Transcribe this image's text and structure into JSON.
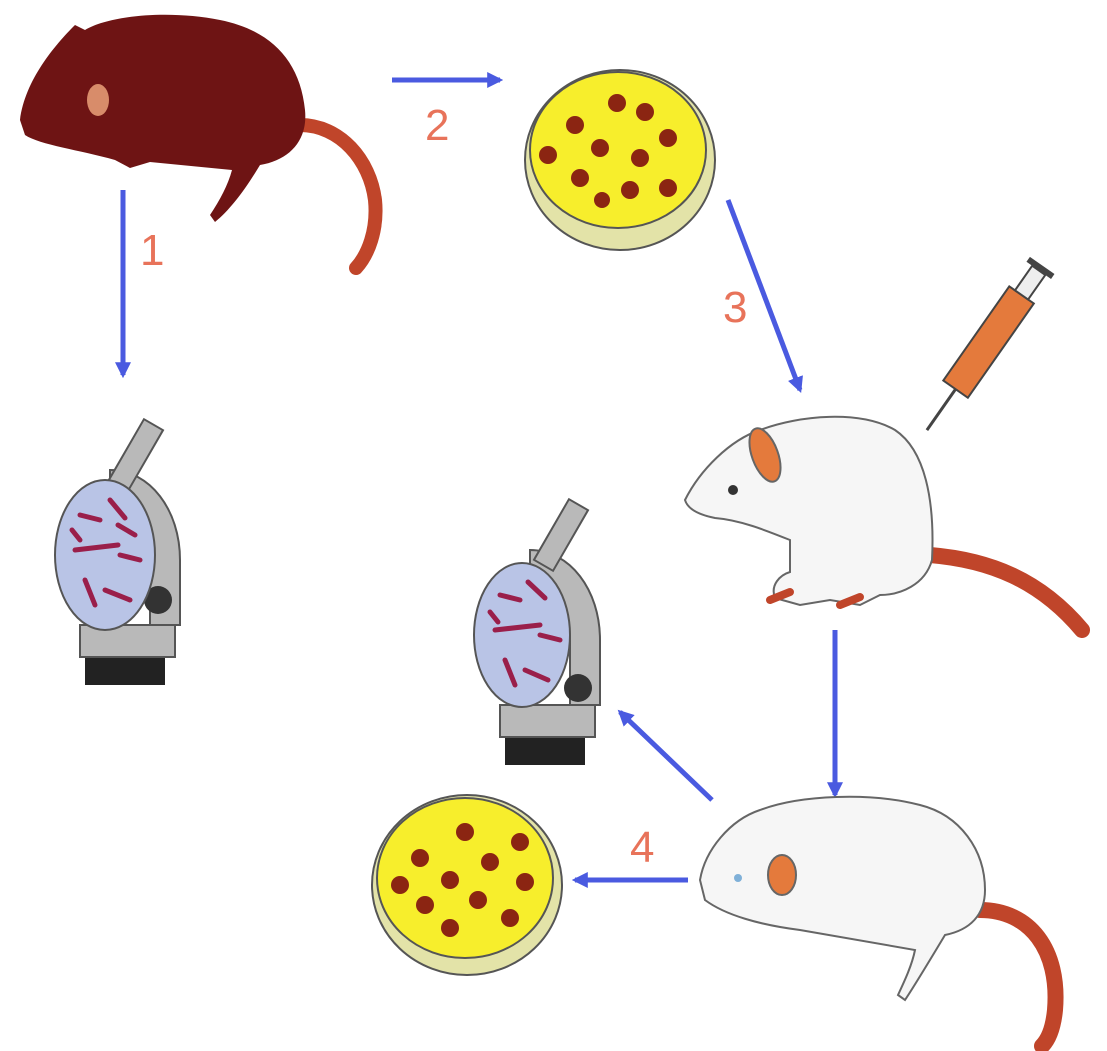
{
  "diagram": {
    "steps": [
      "1",
      "2",
      "3",
      "4"
    ],
    "colors": {
      "arrow": "#4a5ae0",
      "step_label": "#e8735a",
      "sick_rat": "#6e1414",
      "rat_tail": "#c0452a",
      "plate_agar": "#f7ee2c",
      "plate_rim": "#e3e3a8",
      "colony": "#8b2512",
      "healthy_rat": "#f6f6f6",
      "microscope": "#b9b9b9",
      "slide_bg": "#b9c4e6",
      "bacteria": "#9a1f4a",
      "syringe_fluid": "#e47a3c"
    },
    "icons": [
      "sick-rat-icon",
      "petri-dish-icon",
      "microscope-icon",
      "healthy-rat-icon",
      "syringe-icon",
      "arrow-icon"
    ]
  }
}
